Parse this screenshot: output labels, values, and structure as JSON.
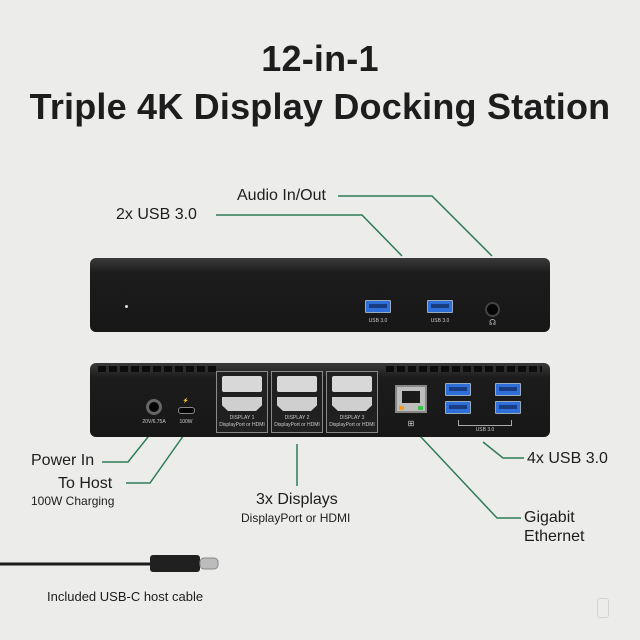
{
  "title": {
    "line1": "12-in-1",
    "line2": "Triple 4K Display Docking Station"
  },
  "front": {
    "audio_label": "Audio In/Out",
    "usb_label": "2x USB 3.0",
    "port_text_1": "USB 3.0",
    "port_text_2": "USB 3.0"
  },
  "rear": {
    "power_rating": "20V/6.75A",
    "host_rating": "100W",
    "display1": "DISPLAY 1",
    "display2": "DISPLAY 2",
    "display3": "DISPLAY 3",
    "display_sub": "DisplayPort or HDMI",
    "usb_bracket": "USB 3.0"
  },
  "callouts": {
    "power_in": "Power In",
    "to_host": "To Host",
    "to_host_sub": "100W Charging",
    "displays": "3x Displays",
    "displays_sub": "DisplayPort or HDMI",
    "usb4": "4x USB 3.0",
    "gigabit1": "Gigabit",
    "gigabit2": "Ethernet"
  },
  "cable_label": "Included USB-C host cable",
  "colors": {
    "leader": "#2e7d57",
    "background": "#ececeb",
    "usb_port": "#2f6fd9"
  }
}
